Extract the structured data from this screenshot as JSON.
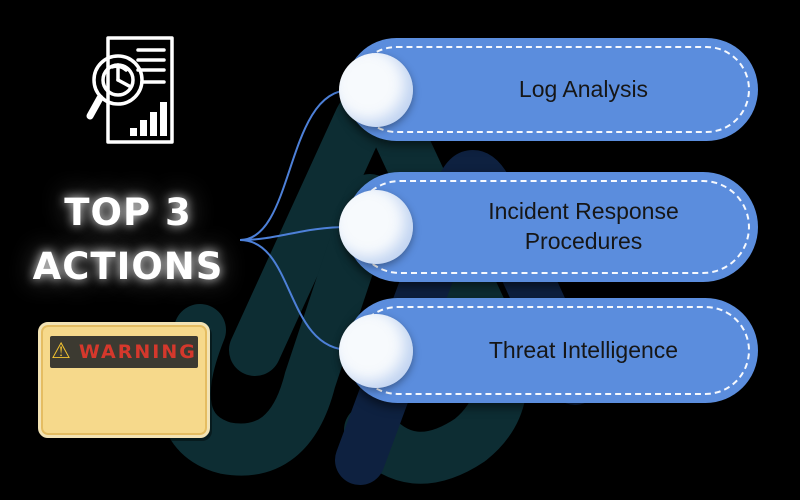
{
  "title": {
    "line1": "TOP 3",
    "line2": "ACTIONS"
  },
  "warning": {
    "icon": "⚠",
    "label": "WARNING"
  },
  "items": [
    {
      "label": "Log Analysis"
    },
    {
      "label": "Incident Response Procedures"
    },
    {
      "label": "Threat Intelligence"
    }
  ],
  "icons": [
    "report-magnifier-icon",
    "warning-triangle-icon",
    "bullet-circle"
  ],
  "colors": {
    "background": "#000000",
    "pill_fill": "#5b8ddd",
    "pill_dash_border": "#ffffff",
    "pill_text": "#161616",
    "bullet_circle": "#f7fafd",
    "connector_line": "#4d80d8",
    "title_text": "#ffffff",
    "warning_body": "#f6d98b",
    "warning_band": "#3c3a31",
    "warning_label": "#d5382c",
    "warning_triangle": "#f2c330",
    "watermark_teal": "#0d2d33",
    "watermark_navy": "#0e2140"
  }
}
